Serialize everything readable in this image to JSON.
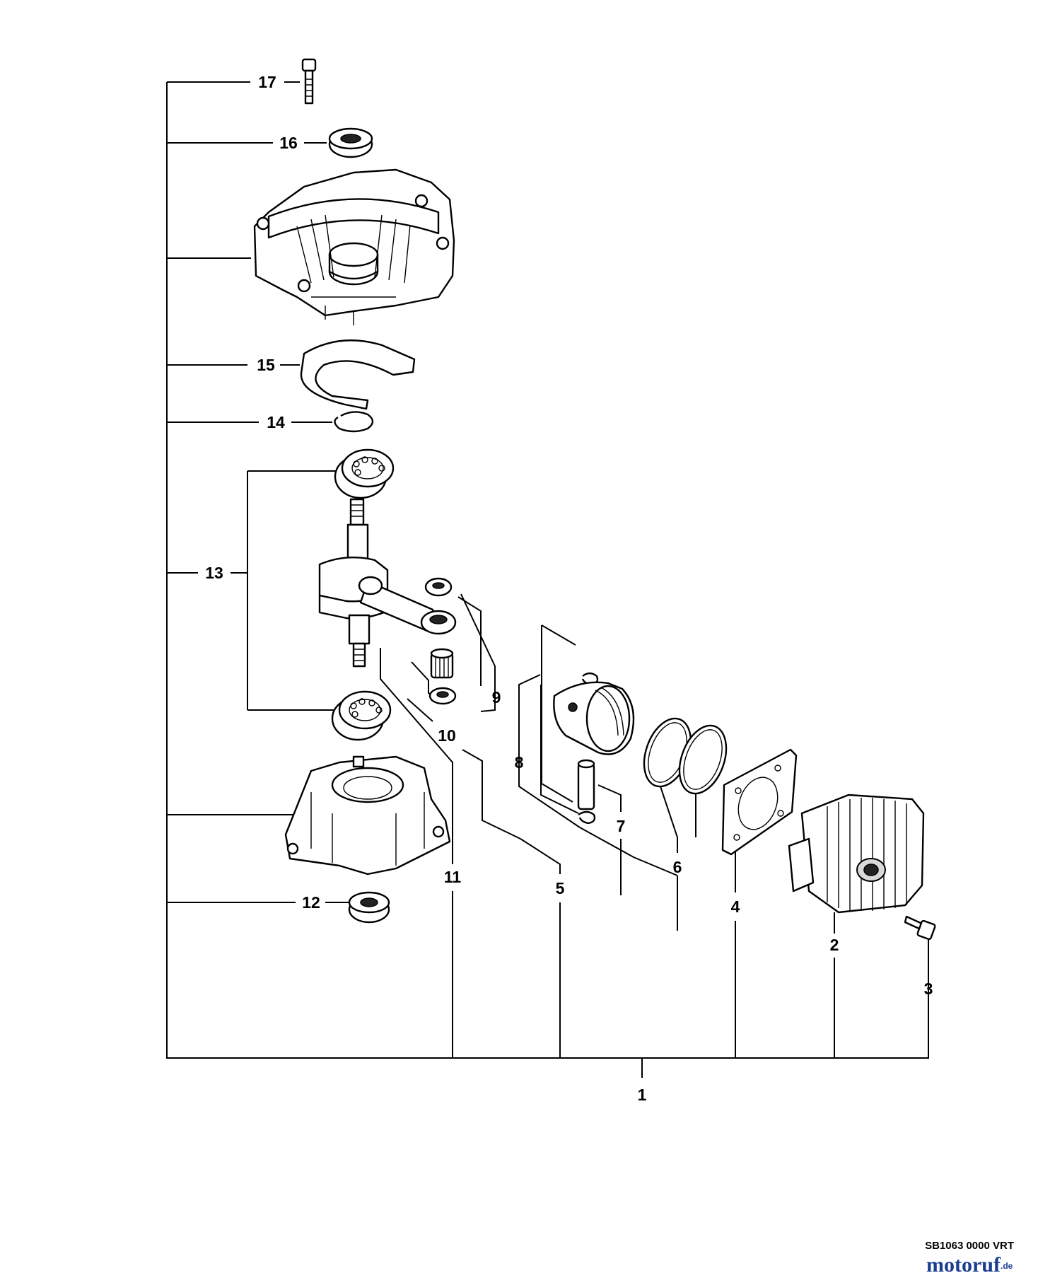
{
  "diagram": {
    "callouts": [
      "1",
      "2",
      "3",
      "4",
      "5",
      "6",
      "7",
      "8",
      "9",
      "10",
      "11",
      "12",
      "13",
      "14",
      "15",
      "16",
      "17"
    ],
    "drawing_code": "SB1063 0000 VRT",
    "watermark": {
      "text": "motoruf",
      "suffix": ".de",
      "colors": {
        "m": "#1a3d8f",
        "o1": "#d0241b",
        "rest": "#1a3d8f",
        "dot": "#7a9a2a"
      }
    }
  }
}
